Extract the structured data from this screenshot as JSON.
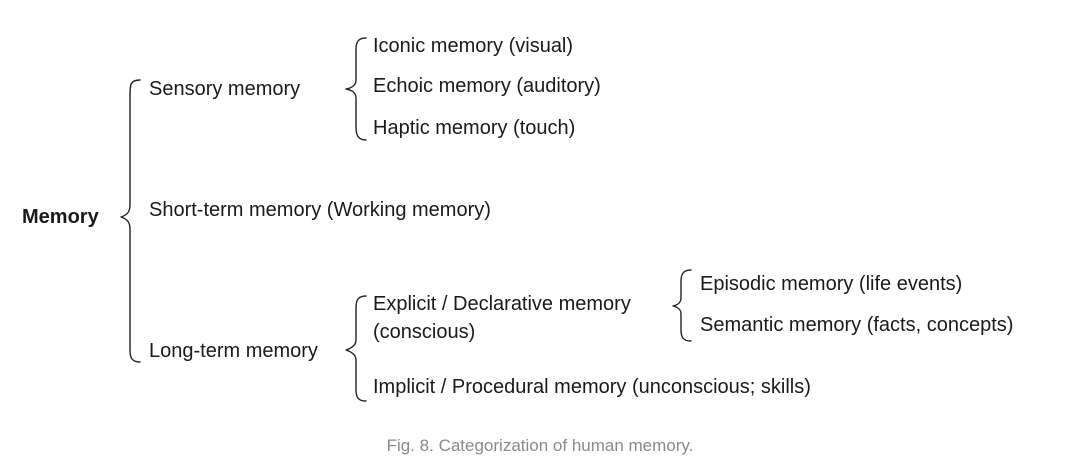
{
  "diagram": {
    "root": "Memory",
    "sensory": {
      "label": "Sensory memory",
      "children": [
        "Iconic memory (visual)",
        "Echoic memory (auditory)",
        "Haptic memory (touch)"
      ]
    },
    "short_term": {
      "label": "Short-term memory (Working memory)"
    },
    "long_term": {
      "label": "Long-term memory",
      "explicit": {
        "label_line1": "Explicit / Declarative memory",
        "label_line2": "(conscious)",
        "children": [
          "Episodic memory (life events)",
          "Semantic memory (facts, concepts)"
        ]
      },
      "implicit": {
        "label": "Implicit / Procedural memory (unconscious; skills)"
      }
    }
  },
  "caption": "Fig. 8. Categorization of human memory."
}
